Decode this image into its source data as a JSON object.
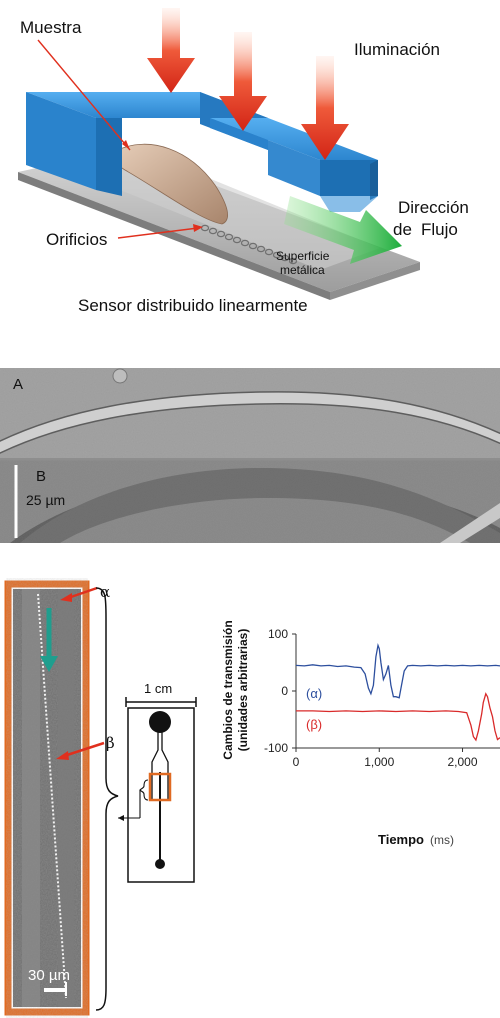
{
  "top_diagram": {
    "label_muestra": "Muestra",
    "label_iluminacion": "Iluminación",
    "label_direccion_line1": "Dirección",
    "label_direccion_de": "de",
    "label_direccion_flujo": "Flujo",
    "label_orificios": "Orificios",
    "label_superficie_line1": "Superficie",
    "label_superficie_line2": "metálica",
    "caption": "Sensor distribuido linearmente",
    "colors": {
      "housing": "#2e8fd6",
      "arrows": "#e0301e",
      "flow_arrow": "#22b24a",
      "sample": "#c9a78e",
      "base": "#bdbdbd"
    }
  },
  "microscopy": {
    "panel_a_label": "A",
    "panel_b_label": "B",
    "scale_label": "25 µm"
  },
  "sensor_image": {
    "alpha_label": "α",
    "beta_label": "β",
    "scale_label": "30 µm",
    "colors": {
      "frame": "#e06a22",
      "flow_arrow": "#1f9e8e",
      "pointer": "#e0301e"
    }
  },
  "device_schematic": {
    "scale_label": "1 cm"
  },
  "chart_data": {
    "type": "line",
    "title": "",
    "xlabel": "Tiempo",
    "xlabel_unit": "(ms)",
    "ylabel_line1": "Cambios de transmisión",
    "ylabel_line2": "(unidades arbitrarias)",
    "xlim": [
      0,
      2450
    ],
    "ylim": [
      -100,
      100
    ],
    "x_ticks": [
      0,
      1000,
      2000
    ],
    "x_tick_labels": [
      "0",
      "1,000",
      "2,000"
    ],
    "y_ticks": [
      100,
      0,
      -100
    ],
    "y_tick_labels": [
      "100",
      "0",
      "-100"
    ],
    "series": [
      {
        "name": "(α)",
        "color": "#2d4f9e",
        "points": [
          [
            0,
            45
          ],
          [
            100,
            44
          ],
          [
            200,
            46
          ],
          [
            300,
            44
          ],
          [
            400,
            45
          ],
          [
            500,
            43
          ],
          [
            600,
            44
          ],
          [
            700,
            42
          ],
          [
            780,
            41
          ],
          [
            830,
            30
          ],
          [
            870,
            5
          ],
          [
            900,
            -5
          ],
          [
            930,
            10
          ],
          [
            960,
            60
          ],
          [
            985,
            80
          ],
          [
            1000,
            74
          ],
          [
            1020,
            50
          ],
          [
            1050,
            20
          ],
          [
            1080,
            30
          ],
          [
            1110,
            45
          ],
          [
            1140,
            10
          ],
          [
            1170,
            -10
          ],
          [
            1200,
            -10
          ],
          [
            1240,
            -12
          ],
          [
            1270,
            12
          ],
          [
            1300,
            35
          ],
          [
            1340,
            44
          ],
          [
            1400,
            45
          ],
          [
            1500,
            44
          ],
          [
            1600,
            45
          ],
          [
            1700,
            44
          ],
          [
            1800,
            45
          ],
          [
            1900,
            44
          ],
          [
            2000,
            45
          ],
          [
            2100,
            44
          ],
          [
            2200,
            45
          ],
          [
            2300,
            44
          ],
          [
            2400,
            45
          ],
          [
            2450,
            44
          ]
        ]
      },
      {
        "name": "(β)",
        "color": "#d92a2a",
        "points": [
          [
            0,
            -35
          ],
          [
            200,
            -35
          ],
          [
            400,
            -36
          ],
          [
            600,
            -35
          ],
          [
            800,
            -36
          ],
          [
            1000,
            -35
          ],
          [
            1200,
            -36
          ],
          [
            1400,
            -35
          ],
          [
            1600,
            -36
          ],
          [
            1800,
            -35
          ],
          [
            1950,
            -36
          ],
          [
            2050,
            -38
          ],
          [
            2100,
            -60
          ],
          [
            2130,
            -80
          ],
          [
            2160,
            -86
          ],
          [
            2190,
            -70
          ],
          [
            2230,
            -40
          ],
          [
            2250,
            -20
          ],
          [
            2280,
            -5
          ],
          [
            2300,
            -10
          ],
          [
            2330,
            -30
          ],
          [
            2360,
            -45
          ],
          [
            2390,
            -70
          ],
          [
            2420,
            -85
          ],
          [
            2450,
            -82
          ]
        ]
      }
    ]
  }
}
